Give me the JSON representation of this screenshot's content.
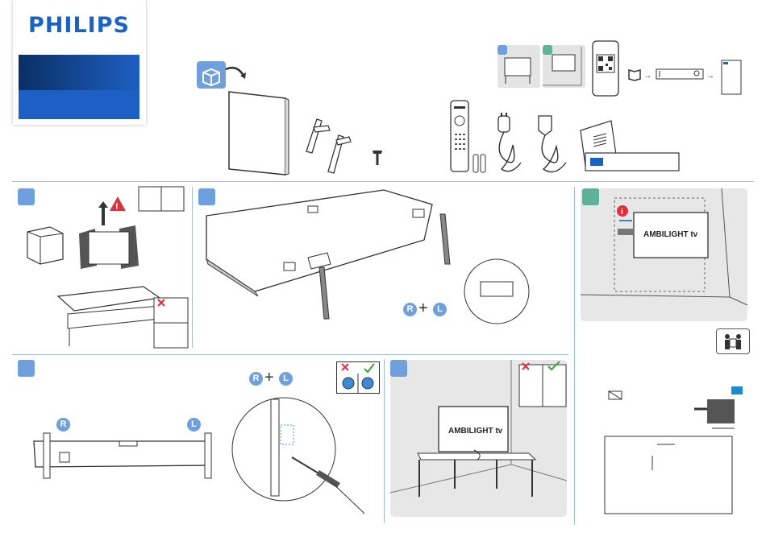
{
  "brand": {
    "logo_text": "PHILIPS"
  },
  "colors": {
    "brand_blue": "#1a63c6",
    "step_blue": "#6f9fdc",
    "step_green": "#5fb19a",
    "warning_red": "#e0303c",
    "check_green": "#3fa843",
    "divider": "#9fbedb"
  },
  "steps": {
    "stand_labels": [
      "R",
      "L"
    ],
    "plus": "+",
    "ambilight_label": "AMBILIGHT tv"
  },
  "icons": [
    "open-box-icon",
    "warning-icon",
    "cross-icon",
    "check-icon",
    "info-icon",
    "book-icon",
    "search-icon",
    "two-person-icon",
    "qr-code-icon"
  ]
}
